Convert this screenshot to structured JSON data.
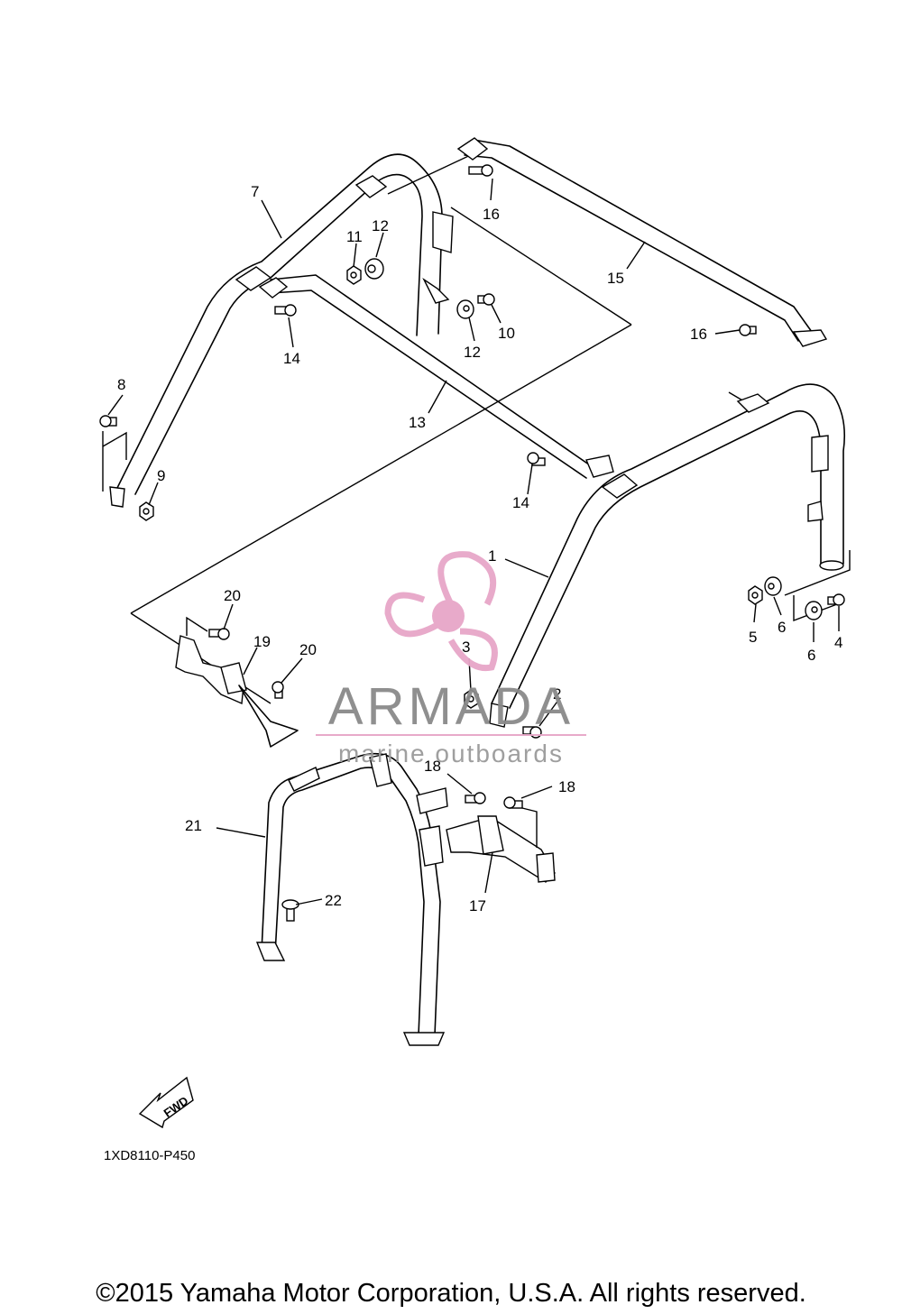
{
  "diagram": {
    "code": "1XD8110-P450",
    "copyright": "©2015 Yamaha Motor Corporation, U.S.A. All rights reserved.",
    "fwd_label": "FWD",
    "watermark": {
      "brand": "ARMADA",
      "tagline": "marine outboards",
      "accent_color": "#e7a6c8",
      "text_color": "#8a8a8a"
    },
    "callouts": [
      "1",
      "2",
      "3",
      "4",
      "5",
      "6",
      "6",
      "7",
      "8",
      "9",
      "10",
      "11",
      "12",
      "12",
      "13",
      "14",
      "14",
      "15",
      "16",
      "16",
      "17",
      "18",
      "18",
      "19",
      "20",
      "20",
      "21",
      "22"
    ]
  }
}
